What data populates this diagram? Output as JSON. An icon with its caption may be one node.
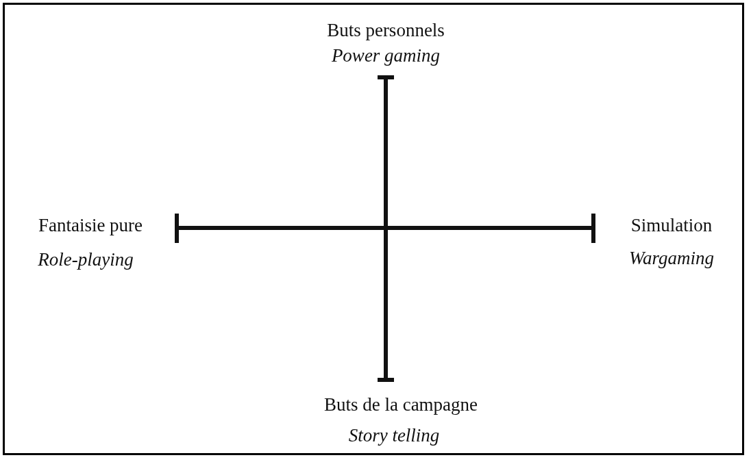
{
  "diagram": {
    "labels": [
      "Buts personnels",
      "Power gaming",
      "Fantaisie pure",
      "Simulation",
      "Role-playing",
      "Wargaming",
      "Buts de la campagne",
      "Story telling"
    ]
  }
}
